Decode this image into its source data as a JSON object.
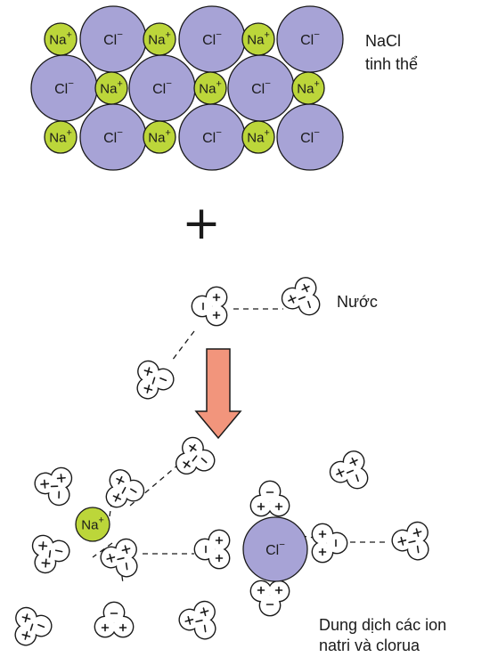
{
  "labels": {
    "crystal_title": "NaCl",
    "crystal_subtitle": "tinh thể",
    "water": "Nước",
    "solution_line1": "Dung dịch các ion",
    "solution_line2": "natri và clorua",
    "plus_sign": "+"
  },
  "ions": {
    "sodium": "Na",
    "sodium_charge": "+",
    "chloride": "Cl",
    "chloride_charge": "−"
  },
  "colors": {
    "sodium_fill": "#bcd63a",
    "chloride_fill": "#a7a3d6",
    "arrow_fill": "#f2957c",
    "outline": "#1a1a1a"
  },
  "icons": {
    "arrow": "down-arrow",
    "water_molecule": "water-molecule-icon"
  }
}
